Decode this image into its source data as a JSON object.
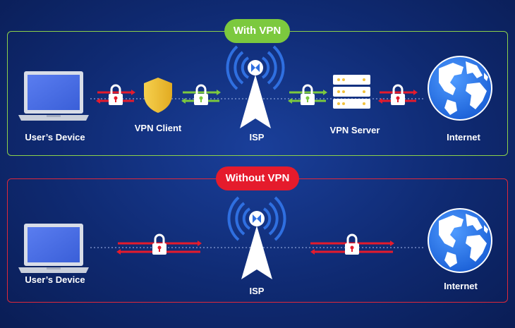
{
  "with_vpn": {
    "title": "With VPN",
    "labels": {
      "device": "User’s Device",
      "client": "VPN Client",
      "isp": "ISP",
      "server": "VPN Server",
      "internet": "Internet"
    }
  },
  "without_vpn": {
    "title": "Without VPN",
    "labels": {
      "device": "User’s Device",
      "isp": "ISP",
      "internet": "Internet"
    }
  },
  "colors": {
    "green": "#7cc93e",
    "red": "#e51b2c",
    "shield": "#f2c23c",
    "tower": "#2f6fe0"
  }
}
